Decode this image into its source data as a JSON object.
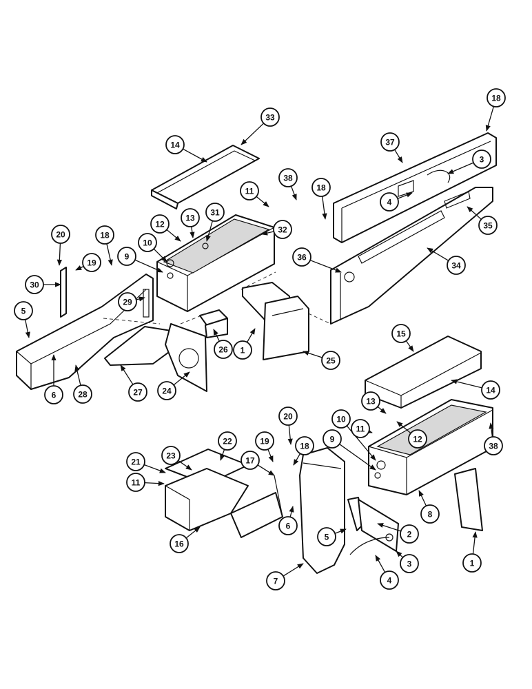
{
  "callouts": [
    {
      "id": "c18a",
      "label": "18"
    },
    {
      "id": "c33",
      "label": "33"
    },
    {
      "id": "c14a",
      "label": "14"
    },
    {
      "id": "c37",
      "label": "37"
    },
    {
      "id": "c3a",
      "label": "3"
    },
    {
      "id": "c38a",
      "label": "38"
    },
    {
      "id": "c11a",
      "label": "11"
    },
    {
      "id": "c18b",
      "label": "18"
    },
    {
      "id": "c4a",
      "label": "4"
    },
    {
      "id": "c35",
      "label": "35"
    },
    {
      "id": "c12a",
      "label": "12"
    },
    {
      "id": "c13a",
      "label": "13"
    },
    {
      "id": "c31",
      "label": "31"
    },
    {
      "id": "c32",
      "label": "32"
    },
    {
      "id": "c20a",
      "label": "20"
    },
    {
      "id": "c18c",
      "label": "18"
    },
    {
      "id": "c10a",
      "label": "10"
    },
    {
      "id": "c9a",
      "label": "9"
    },
    {
      "id": "c19a",
      "label": "19"
    },
    {
      "id": "c36",
      "label": "36"
    },
    {
      "id": "c34",
      "label": "34"
    },
    {
      "id": "c30",
      "label": "30"
    },
    {
      "id": "c29",
      "label": "29"
    },
    {
      "id": "c5a",
      "label": "5"
    },
    {
      "id": "c26",
      "label": "26"
    },
    {
      "id": "c1a",
      "label": "1"
    },
    {
      "id": "c25",
      "label": "25"
    },
    {
      "id": "c6a",
      "label": "6"
    },
    {
      "id": "c28",
      "label": "28"
    },
    {
      "id": "c27",
      "label": "27"
    },
    {
      "id": "c24",
      "label": "24"
    },
    {
      "id": "c15",
      "label": "15"
    },
    {
      "id": "c14b",
      "label": "14"
    },
    {
      "id": "c13b",
      "label": "13"
    },
    {
      "id": "c12b",
      "label": "12"
    },
    {
      "id": "c10b",
      "label": "10"
    },
    {
      "id": "c11b",
      "label": "11"
    },
    {
      "id": "c20b",
      "label": "20"
    },
    {
      "id": "c38b",
      "label": "38"
    },
    {
      "id": "c22",
      "label": "22"
    },
    {
      "id": "c9b",
      "label": "9"
    },
    {
      "id": "c19b",
      "label": "19"
    },
    {
      "id": "c18d",
      "label": "18"
    },
    {
      "id": "c21",
      "label": "21"
    },
    {
      "id": "c23",
      "label": "23"
    },
    {
      "id": "c17",
      "label": "17"
    },
    {
      "id": "c11c",
      "label": "11"
    },
    {
      "id": "c8",
      "label": "8"
    },
    {
      "id": "c6b",
      "label": "6"
    },
    {
      "id": "c2",
      "label": "2"
    },
    {
      "id": "c5b",
      "label": "5"
    },
    {
      "id": "c16",
      "label": "16"
    },
    {
      "id": "c3b",
      "label": "3"
    },
    {
      "id": "c4b",
      "label": "4"
    },
    {
      "id": "c1b",
      "label": "1"
    },
    {
      "id": "c7",
      "label": "7"
    }
  ]
}
